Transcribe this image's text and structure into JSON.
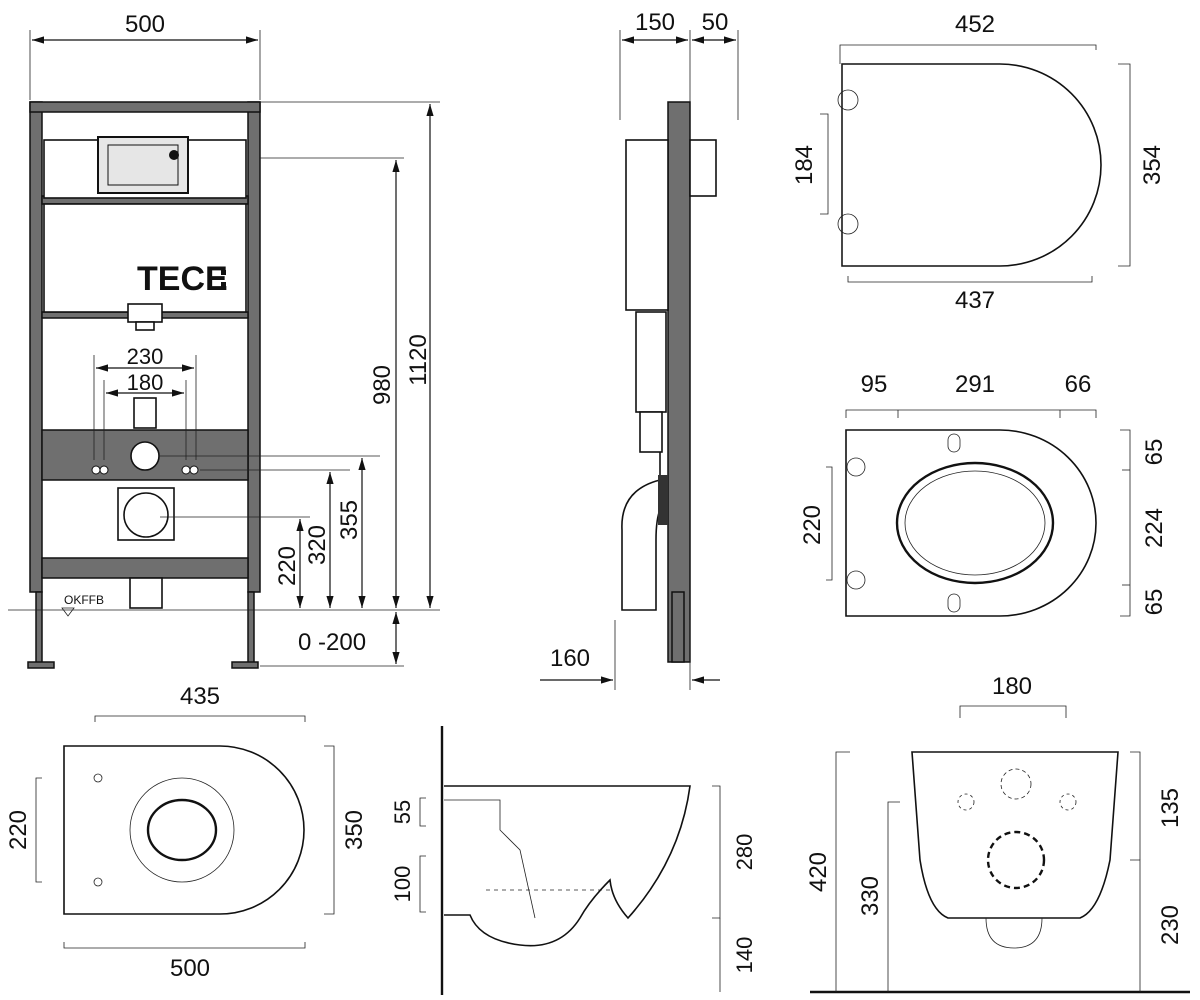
{
  "labels": {
    "frame_width": "500",
    "depth_a": "150",
    "depth_b": "50",
    "height_total": "1120",
    "height_980": "980",
    "h_355": "355",
    "h_320": "320",
    "h_220": "220",
    "adjust": "0 -200",
    "w_230": "230",
    "w_180": "180",
    "side_160": "160",
    "okffb": "OKFFB",
    "brand": "TECE",
    "lid_top": "452",
    "lid_bottom": "437",
    "lid_left": "184",
    "lid_right": "354",
    "seat_a": "95",
    "seat_b": "291",
    "seat_c": "66",
    "seat_left": "220",
    "seat_r1": "65",
    "seat_r2": "224",
    "seat_r3": "65",
    "bowl_top": "435",
    "bowl_bottom": "500",
    "bowl_left": "220",
    "bowl_right": "350",
    "side_55": "55",
    "side_100": "100",
    "side_280": "280",
    "side_140": "140",
    "front_top": "180",
    "front_420": "420",
    "front_330": "330",
    "front_135": "135",
    "front_230": "230"
  }
}
